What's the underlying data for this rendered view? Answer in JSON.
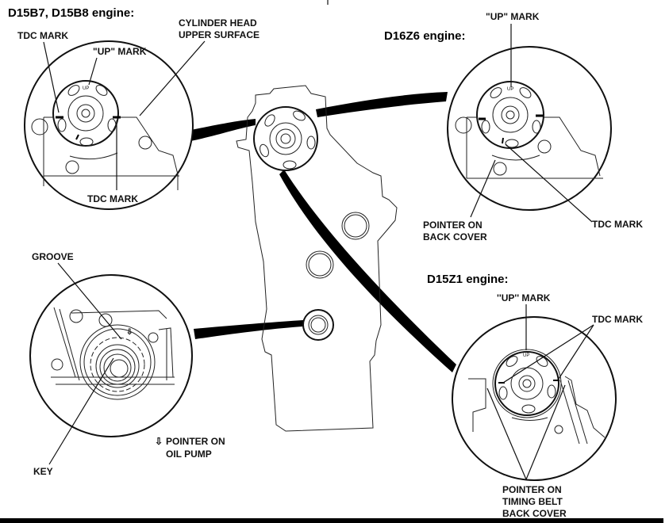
{
  "diagram": {
    "colors": {
      "ink": "#000000",
      "background": "#ffffff"
    },
    "panels": {
      "top_left": {
        "title": "D15B7, D15B8 engine:",
        "labels": {
          "tdc_mark_top": "TDC MARK",
          "up_mark": "\"UP\" MARK",
          "cyl_head_line1": "CYLINDER HEAD",
          "cyl_head_line2": "UPPER SURFACE",
          "tdc_mark_bottom": "TDC MARK",
          "pulley_up": "UP"
        }
      },
      "top_right": {
        "title": "D16Z6 engine:",
        "labels": {
          "up_mark": "\"UP\" MARK",
          "pointer_line1": "POINTER ON",
          "pointer_line2": "BACK COVER",
          "tdc_mark": "TDC MARK",
          "pulley_up": "UP"
        }
      },
      "bottom_left": {
        "labels": {
          "groove": "GROOVE",
          "key": "KEY",
          "pointer_arrow": "⇩",
          "pointer_line1": "POINTER ON",
          "pointer_line2": "OIL PUMP"
        }
      },
      "bottom_right": {
        "title": "D15Z1 engine:",
        "labels": {
          "up_mark": "''UP'' MARK",
          "tdc_mark": "TDC MARK",
          "pointer_line1": "POINTER ON",
          "pointer_line2": "TIMING BELT",
          "pointer_line3": "BACK COVER",
          "pulley_up": "UP"
        }
      }
    }
  }
}
